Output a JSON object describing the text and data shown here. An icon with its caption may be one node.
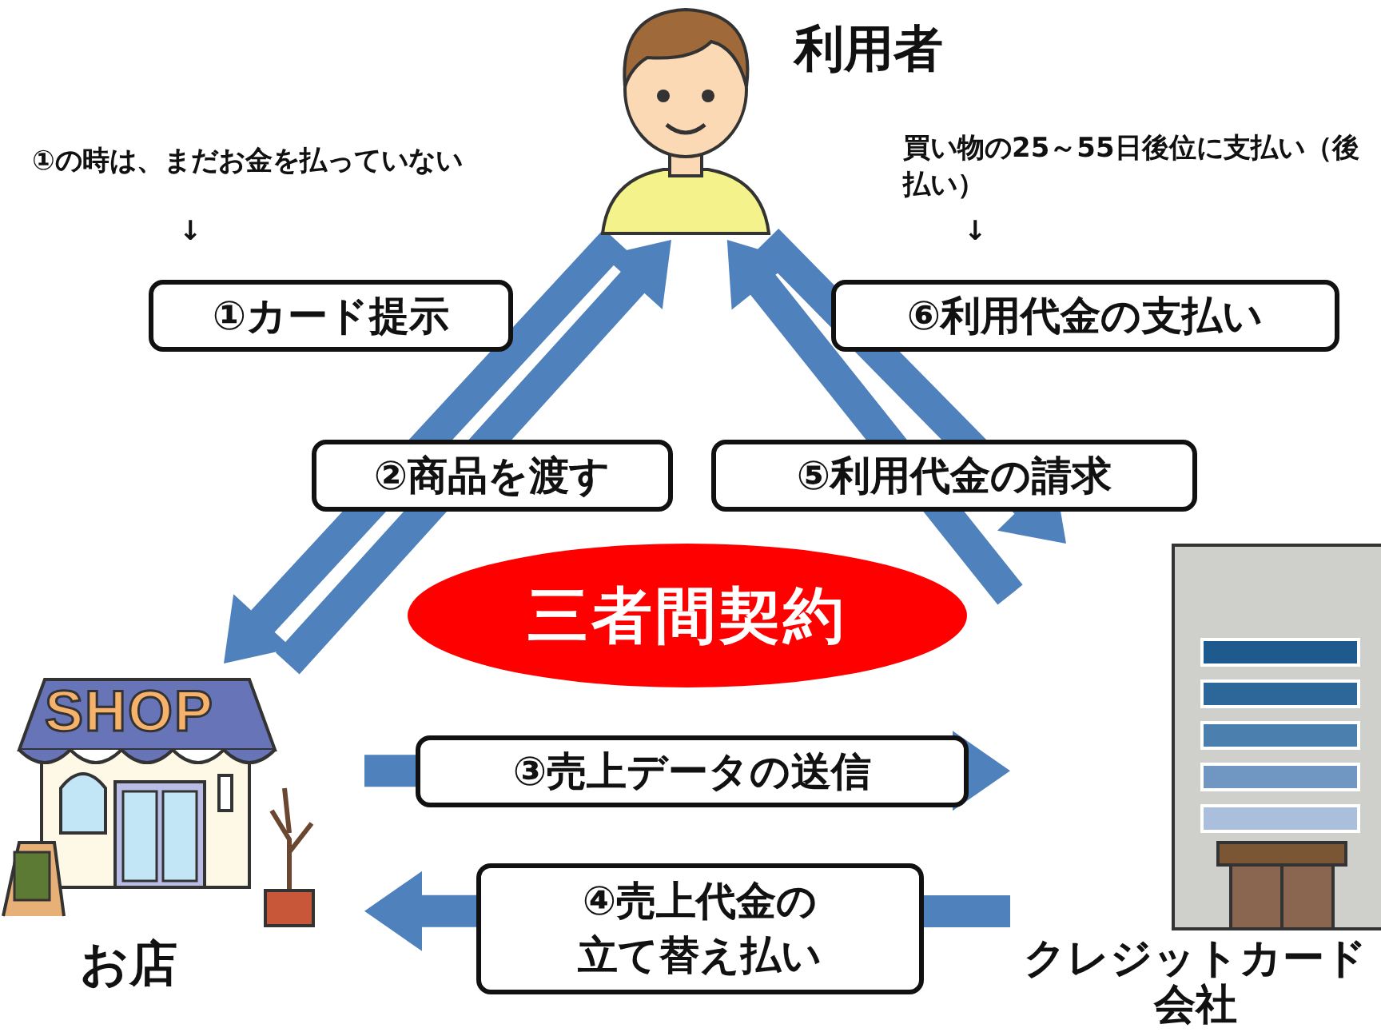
{
  "diagram": {
    "nodes": [
      {
        "text": [
          "利用者"
        ]
      },
      {
        "text": [
          "お店"
        ]
      },
      {
        "text": [
          "クレジットカード会社"
        ]
      },
      {
        "text": [
          "三者間契約"
        ]
      }
    ],
    "edges": [
      {
        "from": 0,
        "to": 1,
        "arrow": "to",
        "label": "①カード提示"
      },
      {
        "from": 1,
        "to": 0,
        "arrow": "to",
        "label": "②商品を渡す"
      },
      {
        "from": 1,
        "to": 2,
        "arrow": "to",
        "label": "③売上データの送信"
      },
      {
        "from": 2,
        "to": 1,
        "arrow": "to",
        "label": "④売上代金の立て替え払い"
      },
      {
        "from": 2,
        "to": 0,
        "arrow": "to",
        "label": "⑤利用代金の請求"
      },
      {
        "from": 0,
        "to": 2,
        "arrow": "to",
        "label": "⑥利用代金の支払い"
      }
    ],
    "labels": [
      "①の時は、まだお金を払っていない",
      "↓",
      "買い物の25～55日後位に支払い（後払い）",
      "↓",
      "SHOP"
    ]
  }
}
